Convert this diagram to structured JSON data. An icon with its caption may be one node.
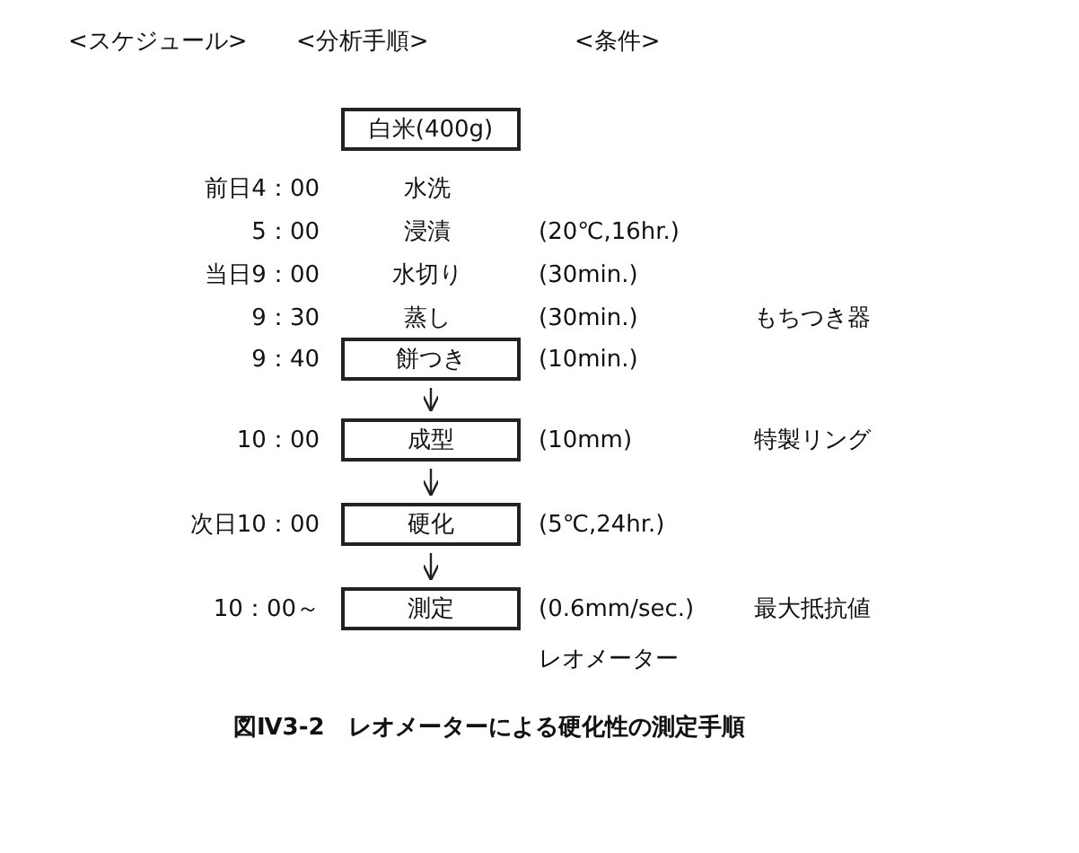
{
  "diagram": {
    "caption": "図Ⅳ3-2　レオメーターによる硬化性の測定手順",
    "nodes": [
      {
        "text": [
          "白米(400g)"
        ]
      },
      {
        "text": [
          "水洗"
        ]
      },
      {
        "text": [
          "浸漬"
        ]
      },
      {
        "text": [
          "水切り"
        ]
      },
      {
        "text": [
          "蒸し"
        ]
      },
      {
        "text": [
          "餅つき"
        ]
      },
      {
        "text": [
          "成型"
        ]
      },
      {
        "text": [
          "硬化"
        ]
      },
      {
        "text": [
          "測定"
        ]
      }
    ],
    "edges": [
      {
        "from": 5,
        "to": 6,
        "arrow": "to"
      },
      {
        "from": 6,
        "to": 7,
        "arrow": "to"
      },
      {
        "from": 7,
        "to": 8,
        "arrow": "to"
      }
    ],
    "labels": [
      "<スケジュール>",
      "<分析手順>",
      "<条件>",
      "前日4：00",
      "5：00",
      "(20℃,16hr.)",
      "当日9：00",
      "(30min.)",
      "9：30",
      "(30min.)",
      "もちつき器",
      "9：40",
      "(10min.)",
      "10：00",
      "(10mm)",
      "特製リング",
      "次日10：00",
      "(5℃,24hr.)",
      "10：00～",
      "(0.6mm/sec.)",
      "最大抵抗値",
      "レオメーター"
    ]
  }
}
